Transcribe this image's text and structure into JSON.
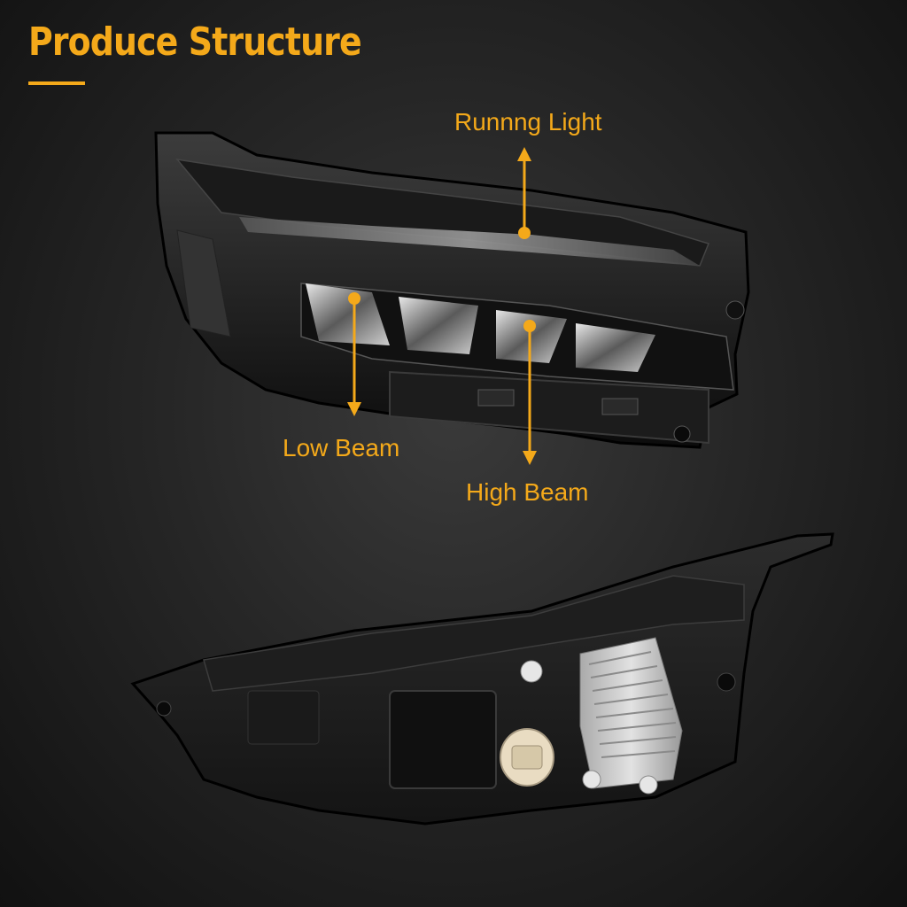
{
  "header": {
    "title": "Produce Structure"
  },
  "callouts": {
    "running_light": "Runnng Light",
    "low_beam": "Low Beam",
    "high_beam": "High Beam"
  },
  "colors": {
    "accent": "#f4a91a",
    "background": "#1e1e1e"
  }
}
